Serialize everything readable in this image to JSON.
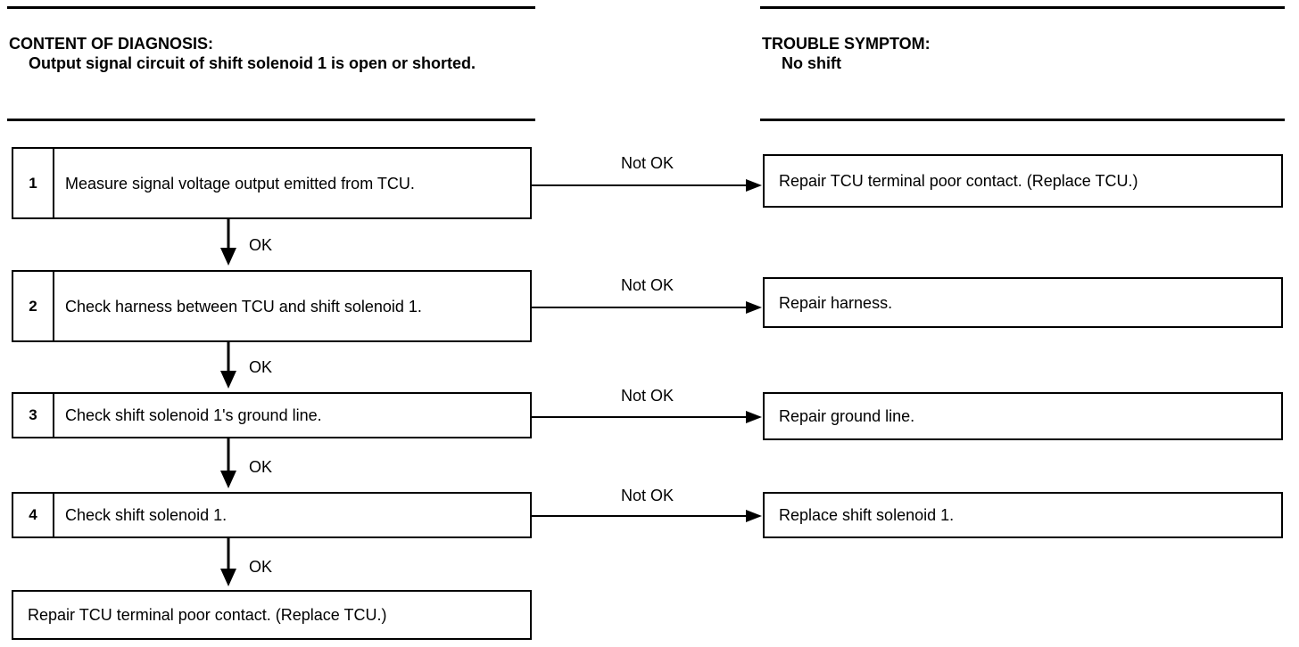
{
  "diagnosis": {
    "heading": "CONTENT OF DIAGNOSIS:",
    "text": "Output signal circuit of shift solenoid 1 is open or shorted."
  },
  "symptom": {
    "heading": "TROUBLE SYMPTOM:",
    "text": "No shift"
  },
  "steps": [
    {
      "num": "1",
      "text": "Measure signal voltage output emitted from TCU.",
      "fail_label": "Not OK",
      "fail_action": "Repair TCU terminal poor contact. (Replace TCU.)",
      "pass_label": "OK"
    },
    {
      "num": "2",
      "text": "Check harness between TCU and shift solenoid 1.",
      "fail_label": "Not OK",
      "fail_action": "Repair harness.",
      "pass_label": "OK"
    },
    {
      "num": "3",
      "text": "Check shift solenoid 1's ground line.",
      "fail_label": "Not OK",
      "fail_action": "Repair ground line.",
      "pass_label": "OK"
    },
    {
      "num": "4",
      "text": "Check shift solenoid 1.",
      "fail_label": "Not OK",
      "fail_action": "Replace shift solenoid 1.",
      "pass_label": "OK"
    }
  ],
  "final_action": "Repair TCU terminal poor contact. (Replace TCU.)"
}
